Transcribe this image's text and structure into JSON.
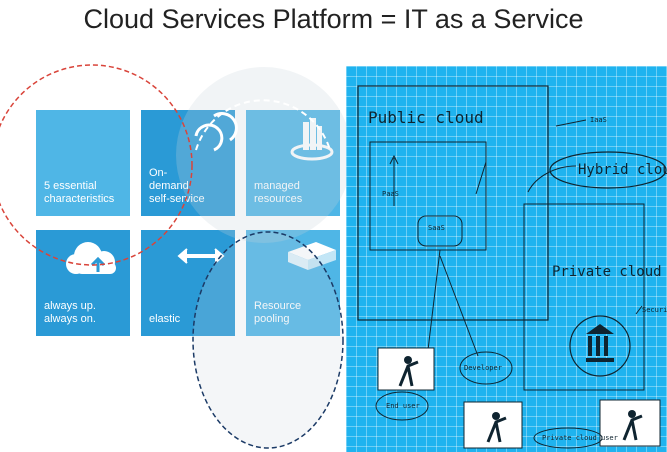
{
  "title": "Cloud Services Platform = IT as a Service",
  "tiles": [
    {
      "label_line1": "5 essential",
      "label_line2": "characteristics"
    },
    {
      "label_line1": "On-",
      "label_line2": "demand",
      "label_line3": "self-service"
    },
    {
      "label_line1": "managed",
      "label_line2": "resources"
    },
    {
      "label_line1": "always up.",
      "label_line2": "always on."
    },
    {
      "label_line1": "elastic"
    },
    {
      "label_line1": "Resource",
      "label_line2": "pooling"
    }
  ],
  "sketch": {
    "public_cloud": "Public cloud",
    "hybrid_cloud": "Hybrid cloud",
    "private_cloud": "Private cloud",
    "paas": "PaaS",
    "saas_inner": "SaaS",
    "iaas": "IaaS",
    "security": "Securi",
    "developer": "Developer",
    "end_user": "End user",
    "private_cloud_user": "Private cloud user"
  },
  "colors": {
    "tile_light": "#4fb6e6",
    "tile_dark": "#2a9ad6",
    "board": "#1fb3ef",
    "red_dash": "#d9443a",
    "navy_dash": "#1b3a66"
  }
}
